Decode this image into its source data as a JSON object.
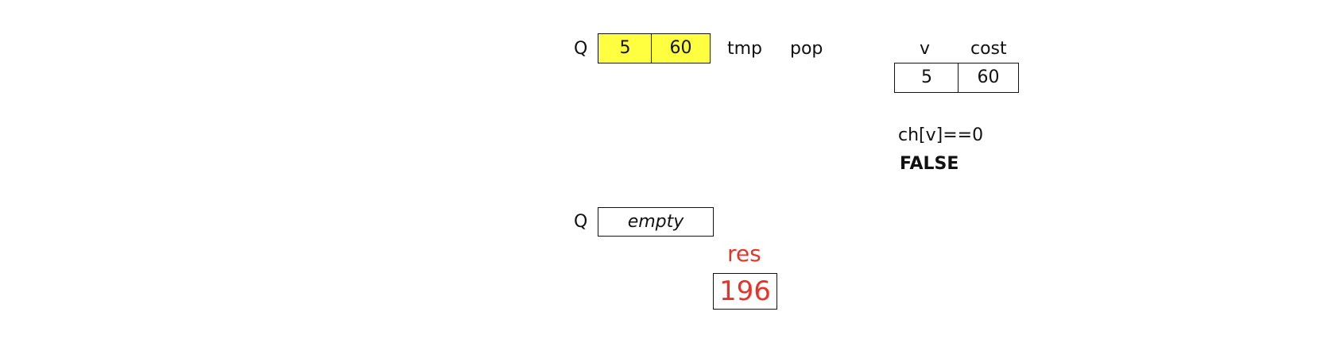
{
  "colors": {
    "queue_fill": "#ffff40",
    "res_color": "#e8332a",
    "text": "#111111"
  },
  "queue_top": {
    "label": "Q",
    "cells": [
      "5",
      "60"
    ]
  },
  "tmp_label": "tmp",
  "pop_label": "pop",
  "pair_table": {
    "headers": [
      "v",
      "cost"
    ],
    "values": [
      "5",
      "60"
    ]
  },
  "condition": {
    "expr": "ch[v]==0",
    "result": "FALSE"
  },
  "queue_bottom": {
    "label": "Q",
    "content": "empty"
  },
  "res": {
    "label": "res",
    "value": "196"
  }
}
